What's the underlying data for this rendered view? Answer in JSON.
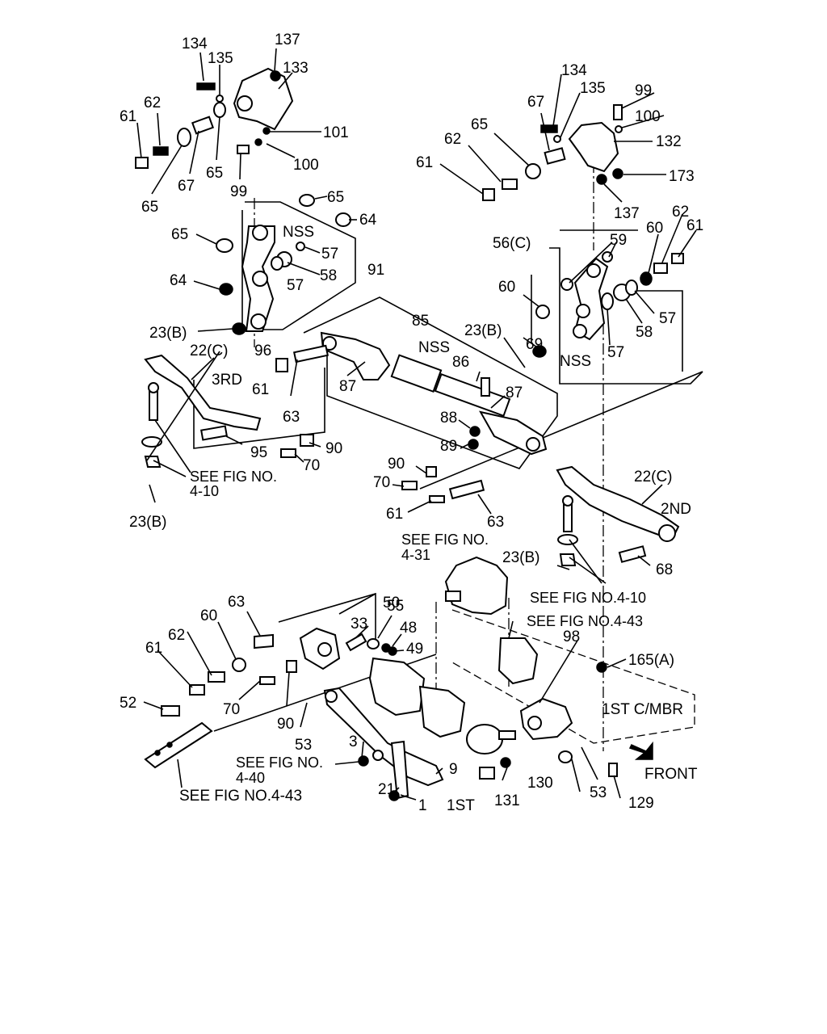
{
  "callouts": [
    "134",
    "137",
    "135",
    "133",
    "61",
    "62",
    "101",
    "65",
    "67",
    "65",
    "99",
    "100",
    "65",
    "64",
    "65",
    "NSS",
    "57",
    "58",
    "91",
    "64",
    "57",
    "23(B)",
    "96",
    "22(C)",
    "3RD",
    "61",
    "87",
    "NSS",
    "86",
    "85",
    "87",
    "88",
    "89",
    "63",
    "95",
    "90",
    "70",
    "SEE FIG NO.",
    "4-10",
    "23(B)",
    "134",
    "135",
    "99",
    "100",
    "67",
    "132",
    "65",
    "62",
    "61",
    "173",
    "137",
    "56(C)",
    "59",
    "60",
    "62",
    "61",
    "60",
    "57",
    "58",
    "23(B)",
    "69",
    "NSS",
    "57",
    "90",
    "70",
    "61",
    "63",
    "22(C)",
    "2ND",
    "68",
    "23(B)",
    "SEE FIG NO.",
    "4-31",
    "SEE FIG NO.4-10",
    "SEE FIG NO.4-43",
    "50",
    "63",
    "55",
    "33",
    "48",
    "49",
    "60",
    "62",
    "61",
    "98",
    "165(A)",
    "52",
    "70",
    "90",
    "1ST C/MBR",
    "53",
    "3",
    "SEE FIG NO.",
    "4-40",
    "9",
    "21",
    "1",
    "1ST",
    "131",
    "130",
    "53",
    "FRONT",
    "129",
    "SEE FIG NO.4-43"
  ],
  "icons": [
    "arrow-front-icon"
  ]
}
